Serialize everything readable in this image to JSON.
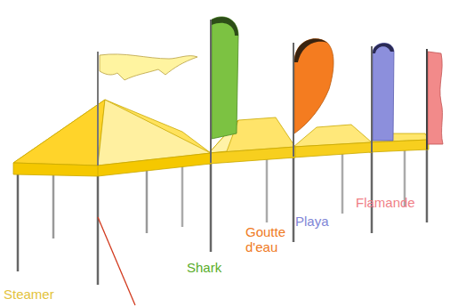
{
  "diagram": {
    "labels": [
      "Steamer",
      "Shark",
      "Goutte d'eau",
      "Playa",
      "Flamande"
    ]
  }
}
